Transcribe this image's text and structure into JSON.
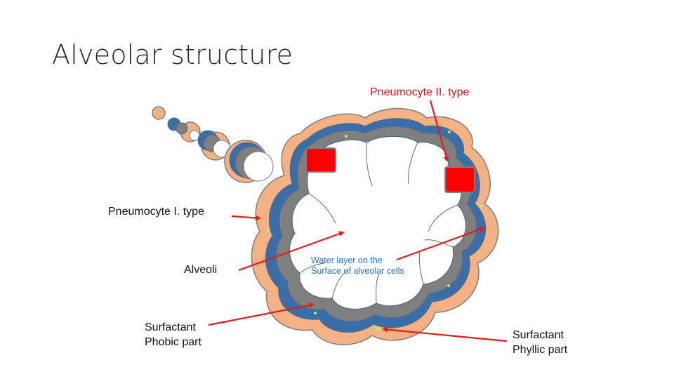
{
  "slide": {
    "title": "Alveolar structure"
  },
  "labels": {
    "pneumocyte_type2": "Pneumocyte II. type",
    "pneumocyte_type1": "Pneumocyte I. type",
    "alveoli": "Alveoli",
    "water_layer": [
      "Water layer on the",
      "Surface of alveolar cells"
    ],
    "surfactant_phobic": [
      "Surfactant",
      "Phobic part"
    ],
    "surfactant_phyllic": [
      "Surfactant",
      "Phyllic part"
    ]
  },
  "colors": {
    "outer_layer": "#f4b183",
    "blue_layer": "#3a6ea8",
    "grey_layer": "#7f7f7f",
    "outline": "#5b6b7b",
    "cell_fill": "#ff0000",
    "arrow": "#e01c1c",
    "title_text": "#262626",
    "red_label": "#d21818",
    "blue_label": "#2e6fb0"
  }
}
